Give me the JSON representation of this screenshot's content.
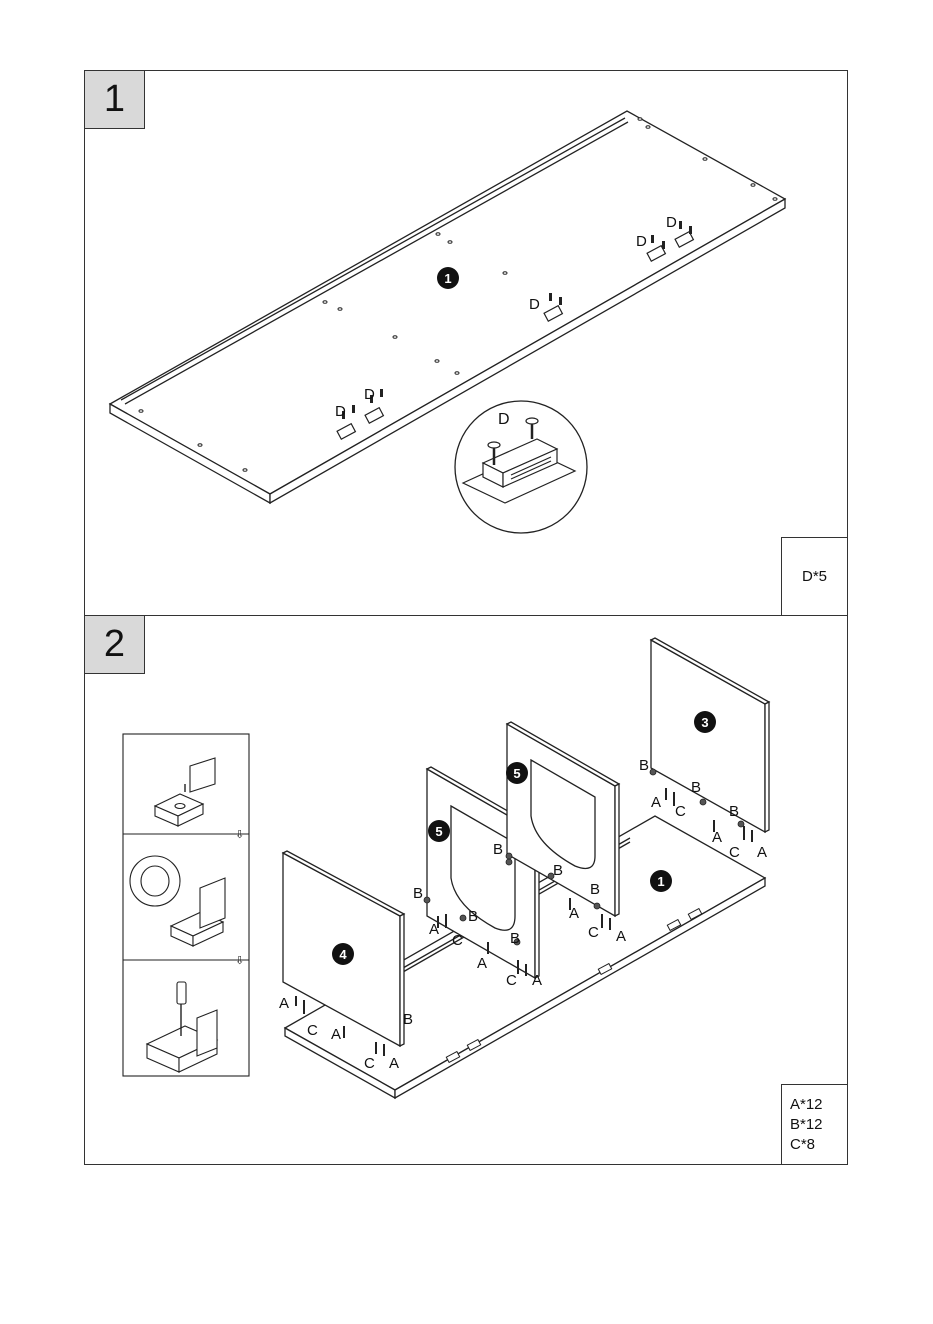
{
  "steps": [
    {
      "number": "1",
      "hardware": [
        "D*5"
      ],
      "part_labels": {
        "panel": "1"
      },
      "screw_label": "D"
    },
    {
      "number": "2",
      "hardware": [
        "A*12",
        "B*12",
        "C*8"
      ],
      "part_labels": {
        "base": "1",
        "side_right": "3",
        "side_left": "4",
        "divider": "5"
      },
      "fittings": {
        "a": "A",
        "b": "B",
        "c": "C"
      }
    }
  ],
  "colors": {
    "line": "#222222",
    "step_fill": "#d9d9d9",
    "badge": "#111111"
  }
}
